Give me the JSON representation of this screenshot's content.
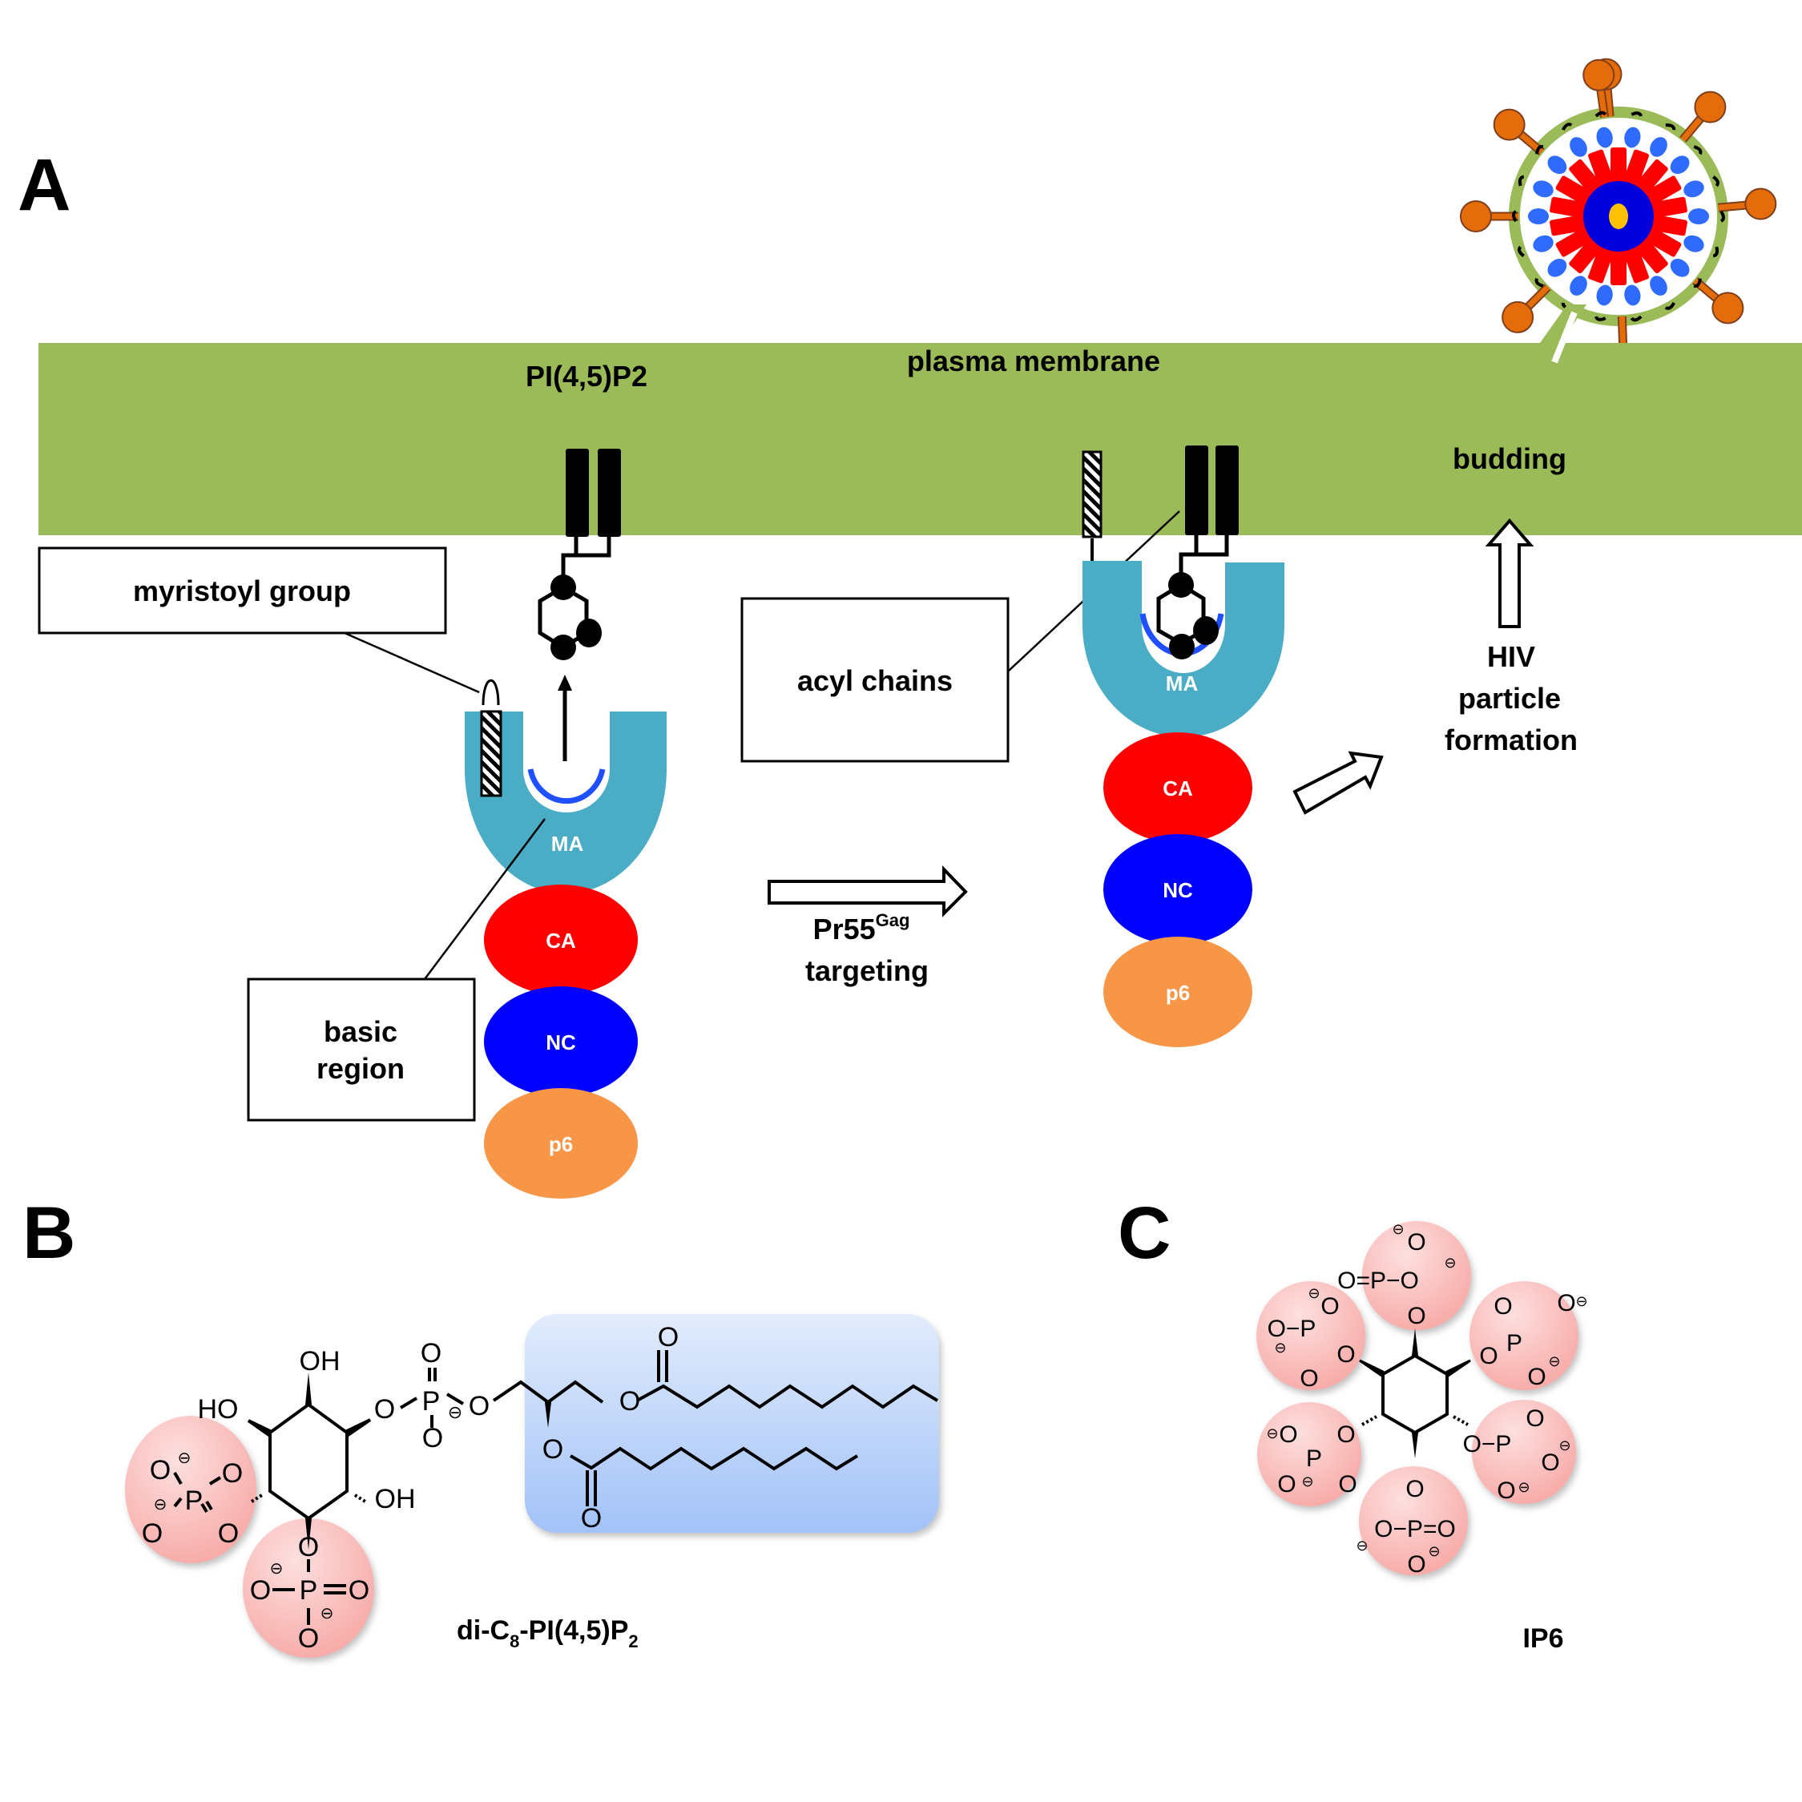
{
  "panels": {
    "a": {
      "label": "A",
      "membrane_label": "plasma membrane",
      "pip2_label": "PI(4,5)P2",
      "budding_label": "budding",
      "callouts": {
        "myristoyl": "myristoyl group",
        "acyl": "acyl chains",
        "basic_line1": "basic",
        "basic_line2": "region"
      },
      "domains": [
        "MA",
        "CA",
        "NC",
        "p6"
      ],
      "targeting_label_base": "Pr55",
      "targeting_label_sup": "Gag",
      "targeting_label_line2": "targeting",
      "particle_line1": "HIV",
      "particle_line2": "particle",
      "particle_line3": "formation"
    },
    "b": {
      "label": "B",
      "oh_labels": [
        "OH",
        "HO",
        "OH"
      ],
      "caption_parts": [
        "di-C",
        "8",
        "-PI(4,5)P",
        "2"
      ]
    },
    "c": {
      "label": "C",
      "caption": "IP6"
    }
  },
  "colors": {
    "membrane": "#9bbb59",
    "ma": "#4bacc6",
    "ca": "#ff0000",
    "nc": "#0000ff",
    "p6": "#f79646",
    "basic_region": "#1f4fff",
    "phosphate_bubble": "#f9b7b5",
    "acyl_box": "#b4cdf8",
    "env_protein": "#e46c0a"
  }
}
